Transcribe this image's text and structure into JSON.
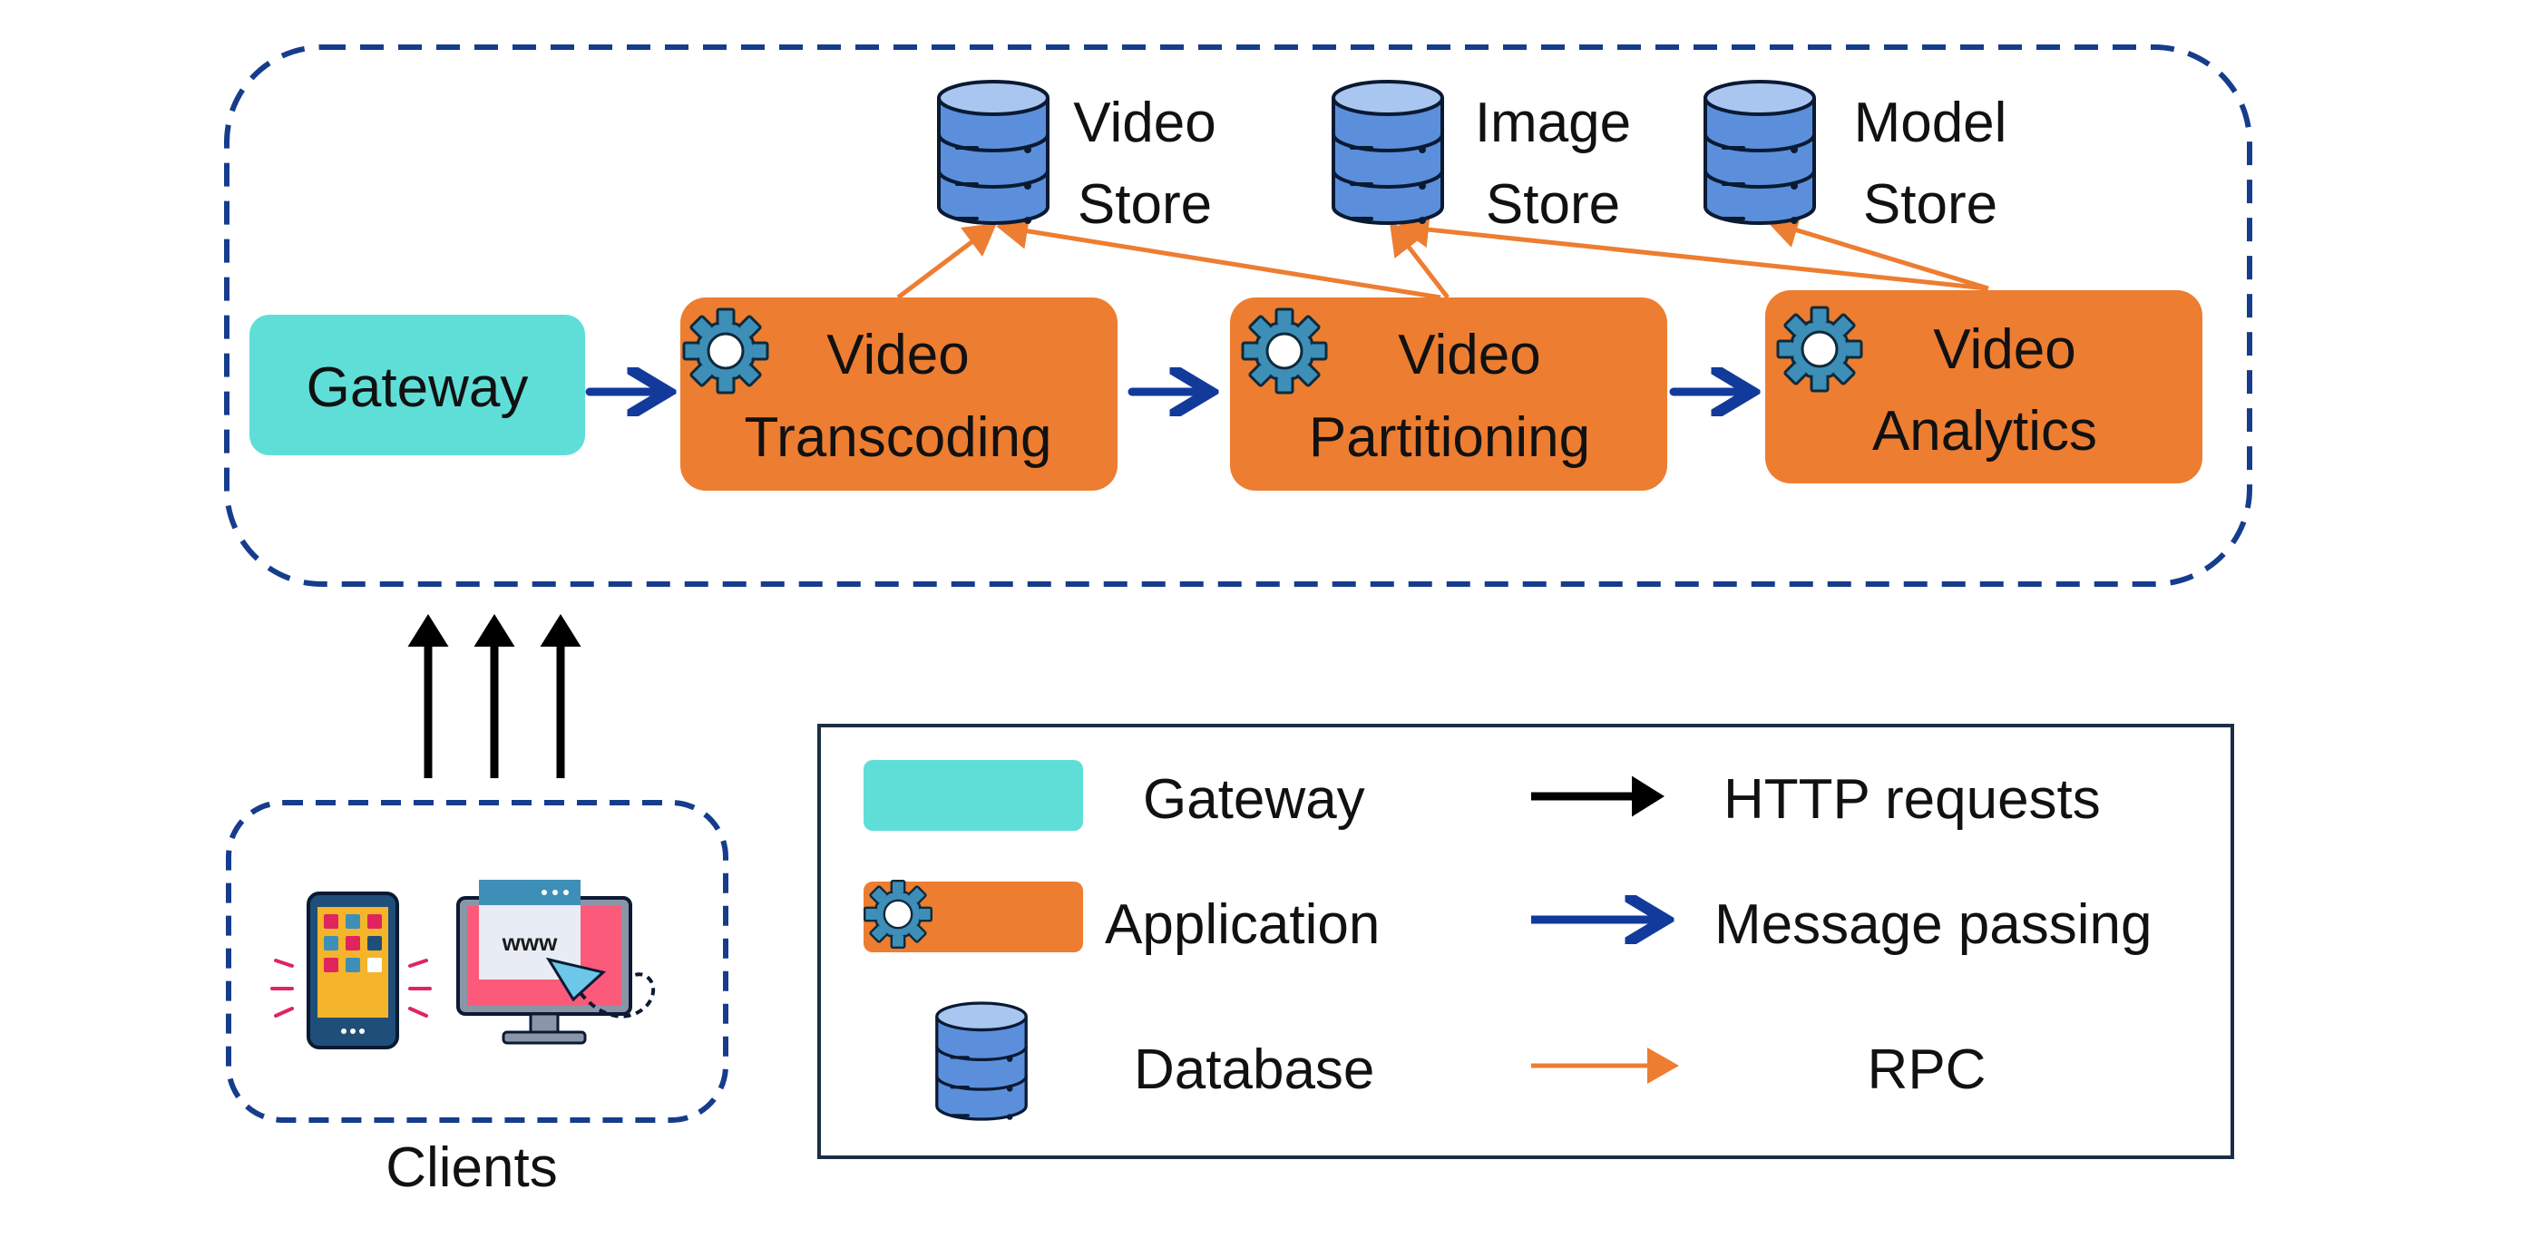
{
  "colors": {
    "gateway": "#5FDED8",
    "application": "#ED7D31",
    "database_fill": "#5B8FDB",
    "database_top": "#A9C6F0",
    "dashed_border": "#163C8C",
    "message_arrow": "#123A9A",
    "http_arrow": "#000000",
    "rpc_arrow": "#ED7D31",
    "gear": "#3E8FB8"
  },
  "nodes": {
    "gateway": {
      "label": "Gateway"
    },
    "transcoding": {
      "line1": "Video",
      "line2": "Transcoding"
    },
    "partitioning": {
      "line1": "Video",
      "line2": "Partitioning"
    },
    "analytics": {
      "line1": "Video",
      "line2": "Analytics"
    }
  },
  "stores": {
    "video": {
      "line1": "Video",
      "line2": "Store"
    },
    "image": {
      "line1": "Image",
      "line2": "Store"
    },
    "model": {
      "line1": "Model",
      "line2": "Store"
    }
  },
  "clients": {
    "label": "Clients",
    "browser_text": "www"
  },
  "legend": {
    "gateway": "Gateway",
    "application": "Application",
    "database": "Database",
    "http": "HTTP requests",
    "message": "Message passing",
    "rpc": "RPC"
  },
  "icons": [
    "gear-icon",
    "database-icon",
    "smartphone-icon",
    "monitor-icon",
    "paper-plane-icon"
  ]
}
